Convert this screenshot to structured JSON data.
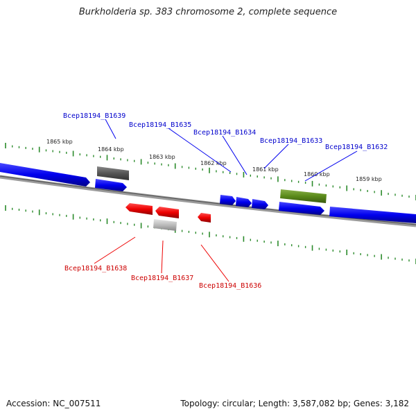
{
  "title": "Burkholderia sp. 383 chromosome 2, complete sequence",
  "footer": {
    "accession": "Accession: NC_007511",
    "summary": "Topology: circular; Length: 3,587,082 bp; Genes: 3,182"
  },
  "scale_labels": [
    "1865 kbp",
    "1864 kbp",
    "1863 kbp",
    "1862 kbp",
    "1861 kbp",
    "1860 kbp",
    "1859 kbp"
  ],
  "genes": [
    {
      "id": "Bcep18194_B1639",
      "strand": "forward",
      "color": "#555555"
    },
    {
      "id": "Bcep18194_B1635",
      "strand": "forward",
      "color": "#0000ee"
    },
    {
      "id": "Bcep18194_B1634",
      "strand": "forward",
      "color": "#0000ee"
    },
    {
      "id": "Bcep18194_B1633",
      "strand": "forward",
      "color": "#5a8a1a"
    },
    {
      "id": "Bcep18194_B1632",
      "strand": "forward",
      "color": "#0000ee"
    },
    {
      "id": "Bcep18194_B1638",
      "strand": "reverse",
      "color": "#ee0000"
    },
    {
      "id": "Bcep18194_B1637",
      "strand": "reverse",
      "color": "#bbbbbb"
    },
    {
      "id": "Bcep18194_B1636",
      "strand": "reverse",
      "color": "#ee0000"
    }
  ],
  "colors": {
    "forward_label": "#0000cc",
    "reverse_label": "#cc0000",
    "tick": "#2a8a2a",
    "backbone": "#777777"
  }
}
